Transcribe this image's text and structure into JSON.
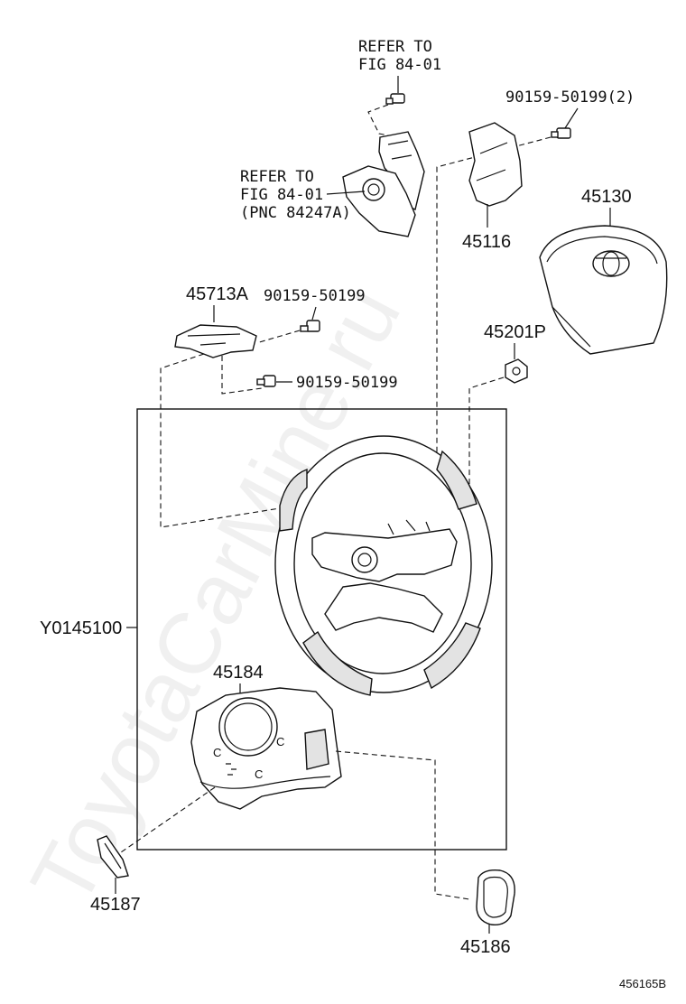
{
  "watermark": "ToyotaCarMine.ru",
  "figure_id": "456165B",
  "labels": {
    "refer_top_line1": "REFER TO",
    "refer_top_line2": "FIG 84-01",
    "refer_mid_line1": "REFER TO",
    "refer_mid_line2": "FIG 84-01",
    "refer_mid_line3": "(PNC 84247A)",
    "bolt_2": "90159-50199(2)",
    "p45116": "45116",
    "p45130": "45130",
    "p45713A": "45713A",
    "bolt_a": "90159-50199",
    "bolt_b": "90159-50199",
    "p45201P": "45201P",
    "assembly": "Y0145100",
    "p45184": "45184",
    "p45187": "45187",
    "p45186": "45186"
  }
}
